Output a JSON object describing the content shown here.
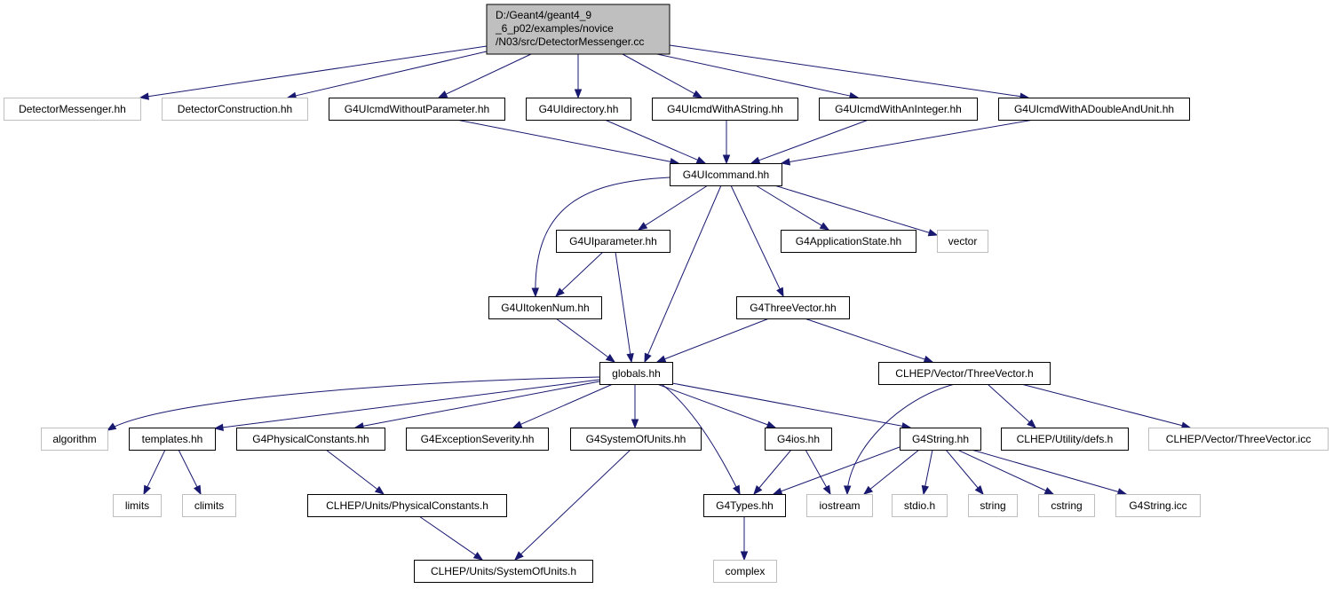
{
  "root": {
    "lines": [
      "D:/Geant4/geant4_9",
      "_6_p02/examples/novice",
      "/N03/src/DetectorMessenger.cc"
    ]
  },
  "nodes": [
    {
      "id": "DetectorMessenger.hh",
      "label": "DetectorMessenger.hh",
      "style": "faded"
    },
    {
      "id": "DetectorConstruction.hh",
      "label": "DetectorConstruction.hh",
      "style": "faded"
    },
    {
      "id": "G4UIcmdWithoutParameter.hh",
      "label": "G4UIcmdWithoutParameter.hh",
      "style": "solid"
    },
    {
      "id": "G4UIdirectory.hh",
      "label": "G4UIdirectory.hh",
      "style": "solid"
    },
    {
      "id": "G4UIcmdWithAString.hh",
      "label": "G4UIcmdWithAString.hh",
      "style": "solid"
    },
    {
      "id": "G4UIcmdWithAnInteger.hh",
      "label": "G4UIcmdWithAnInteger.hh",
      "style": "solid"
    },
    {
      "id": "G4UIcmdWithADoubleAndUnit.hh",
      "label": "G4UIcmdWithADoubleAndUnit.hh",
      "style": "solid"
    },
    {
      "id": "G4UIcommand.hh",
      "label": "G4UIcommand.hh",
      "style": "solid"
    },
    {
      "id": "G4UIparameter.hh",
      "label": "G4UIparameter.hh",
      "style": "solid"
    },
    {
      "id": "G4ApplicationState.hh",
      "label": "G4ApplicationState.hh",
      "style": "solid"
    },
    {
      "id": "vector",
      "label": "vector",
      "style": "faded"
    },
    {
      "id": "G4UItokenNum.hh",
      "label": "G4UItokenNum.hh",
      "style": "solid"
    },
    {
      "id": "G4ThreeVector.hh",
      "label": "G4ThreeVector.hh",
      "style": "solid"
    },
    {
      "id": "globals.hh",
      "label": "globals.hh",
      "style": "solid"
    },
    {
      "id": "CLHEP/Vector/ThreeVector.h",
      "label": "CLHEP/Vector/ThreeVector.h",
      "style": "solid"
    },
    {
      "id": "algorithm",
      "label": "algorithm",
      "style": "faded"
    },
    {
      "id": "templates.hh",
      "label": "templates.hh",
      "style": "solid"
    },
    {
      "id": "G4PhysicalConstants.hh",
      "label": "G4PhysicalConstants.hh",
      "style": "solid"
    },
    {
      "id": "G4ExceptionSeverity.hh",
      "label": "G4ExceptionSeverity.hh",
      "style": "solid"
    },
    {
      "id": "G4SystemOfUnits.hh",
      "label": "G4SystemOfUnits.hh",
      "style": "solid"
    },
    {
      "id": "G4ios.hh",
      "label": "G4ios.hh",
      "style": "solid"
    },
    {
      "id": "G4String.hh",
      "label": "G4String.hh",
      "style": "solid"
    },
    {
      "id": "CLHEP/Utility/defs.h",
      "label": "CLHEP/Utility/defs.h",
      "style": "solid"
    },
    {
      "id": "CLHEP/Vector/ThreeVector.icc",
      "label": "CLHEP/Vector/ThreeVector.icc",
      "style": "faded"
    },
    {
      "id": "limits",
      "label": "limits",
      "style": "faded"
    },
    {
      "id": "climits",
      "label": "climits",
      "style": "faded"
    },
    {
      "id": "CLHEP/Units/PhysicalConstants.h",
      "label": "CLHEP/Units/PhysicalConstants.h",
      "style": "solid"
    },
    {
      "id": "G4Types.hh",
      "label": "G4Types.hh",
      "style": "solid"
    },
    {
      "id": "iostream",
      "label": "iostream",
      "style": "faded"
    },
    {
      "id": "stdio.h",
      "label": "stdio.h",
      "style": "faded"
    },
    {
      "id": "string",
      "label": "string",
      "style": "faded"
    },
    {
      "id": "cstring",
      "label": "cstring",
      "style": "faded"
    },
    {
      "id": "G4String.icc",
      "label": "G4String.icc",
      "style": "faded"
    },
    {
      "id": "CLHEP/Units/SystemOfUnits.h",
      "label": "CLHEP/Units/SystemOfUnits.h",
      "style": "solid"
    },
    {
      "id": "complex",
      "label": "complex",
      "style": "faded"
    }
  ],
  "edges": [
    [
      "root",
      "DetectorMessenger.hh"
    ],
    [
      "root",
      "DetectorConstruction.hh"
    ],
    [
      "root",
      "G4UIcmdWithoutParameter.hh"
    ],
    [
      "root",
      "G4UIdirectory.hh"
    ],
    [
      "root",
      "G4UIcmdWithAString.hh"
    ],
    [
      "root",
      "G4UIcmdWithAnInteger.hh"
    ],
    [
      "root",
      "G4UIcmdWithADoubleAndUnit.hh"
    ],
    [
      "G4UIcmdWithoutParameter.hh",
      "G4UIcommand.hh"
    ],
    [
      "G4UIdirectory.hh",
      "G4UIcommand.hh"
    ],
    [
      "G4UIcmdWithAString.hh",
      "G4UIcommand.hh"
    ],
    [
      "G4UIcmdWithAnInteger.hh",
      "G4UIcommand.hh"
    ],
    [
      "G4UIcmdWithADoubleAndUnit.hh",
      "G4UIcommand.hh"
    ],
    [
      "G4UIcommand.hh",
      "G4UIparameter.hh"
    ],
    [
      "G4UIcommand.hh",
      "G4ApplicationState.hh"
    ],
    [
      "G4UIcommand.hh",
      "vector"
    ],
    [
      "G4UIcommand.hh",
      "G4UItokenNum.hh"
    ],
    [
      "G4UIcommand.hh",
      "G4ThreeVector.hh"
    ],
    [
      "G4UIcommand.hh",
      "globals.hh"
    ],
    [
      "G4UIparameter.hh",
      "G4UItokenNum.hh"
    ],
    [
      "G4UIparameter.hh",
      "globals.hh"
    ],
    [
      "G4UItokenNum.hh",
      "globals.hh"
    ],
    [
      "G4ThreeVector.hh",
      "globals.hh"
    ],
    [
      "G4ThreeVector.hh",
      "CLHEP/Vector/ThreeVector.h"
    ],
    [
      "globals.hh",
      "algorithm"
    ],
    [
      "globals.hh",
      "templates.hh"
    ],
    [
      "globals.hh",
      "G4PhysicalConstants.hh"
    ],
    [
      "globals.hh",
      "G4ExceptionSeverity.hh"
    ],
    [
      "globals.hh",
      "G4SystemOfUnits.hh"
    ],
    [
      "globals.hh",
      "G4ios.hh"
    ],
    [
      "globals.hh",
      "G4String.hh"
    ],
    [
      "globals.hh",
      "G4Types.hh"
    ],
    [
      "CLHEP/Vector/ThreeVector.h",
      "iostream"
    ],
    [
      "CLHEP/Vector/ThreeVector.h",
      "CLHEP/Utility/defs.h"
    ],
    [
      "CLHEP/Vector/ThreeVector.h",
      "CLHEP/Vector/ThreeVector.icc"
    ],
    [
      "templates.hh",
      "limits"
    ],
    [
      "templates.hh",
      "climits"
    ],
    [
      "G4PhysicalConstants.hh",
      "CLHEP/Units/PhysicalConstants.h"
    ],
    [
      "G4SystemOfUnits.hh",
      "CLHEP/Units/SystemOfUnits.h"
    ],
    [
      "G4ios.hh",
      "G4Types.hh"
    ],
    [
      "G4ios.hh",
      "iostream"
    ],
    [
      "G4String.hh",
      "G4Types.hh"
    ],
    [
      "G4String.hh",
      "iostream"
    ],
    [
      "G4String.hh",
      "stdio.h"
    ],
    [
      "G4String.hh",
      "string"
    ],
    [
      "G4String.hh",
      "cstring"
    ],
    [
      "G4String.hh",
      "G4String.icc"
    ],
    [
      "CLHEP/Units/PhysicalConstants.h",
      "CLHEP/Units/SystemOfUnits.h"
    ],
    [
      "G4Types.hh",
      "complex"
    ]
  ]
}
